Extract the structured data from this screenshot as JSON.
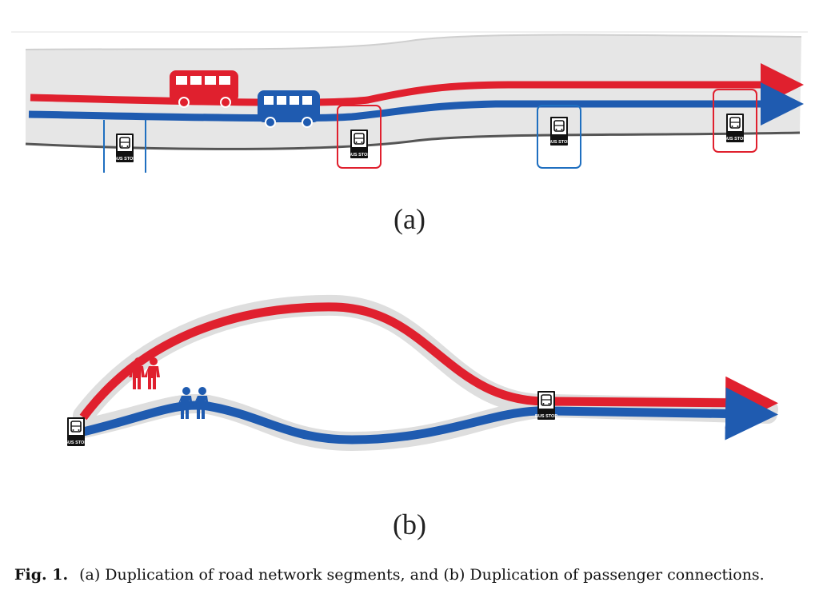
{
  "panel_a": {
    "label": "(a)",
    "bus_stop_text": "BUS STOP"
  },
  "panel_b": {
    "label": "(b)",
    "bus_stop_text": "BUS STOP"
  },
  "caption": {
    "label": "Fig. 1.",
    "text": "(a) Duplication of road network segments, and (b) Duplication of passenger connections."
  },
  "colors": {
    "red_route": "#e0202e",
    "blue_route": "#1f5bb0",
    "road": "#e6e6e6",
    "road_edge": "#555555"
  }
}
